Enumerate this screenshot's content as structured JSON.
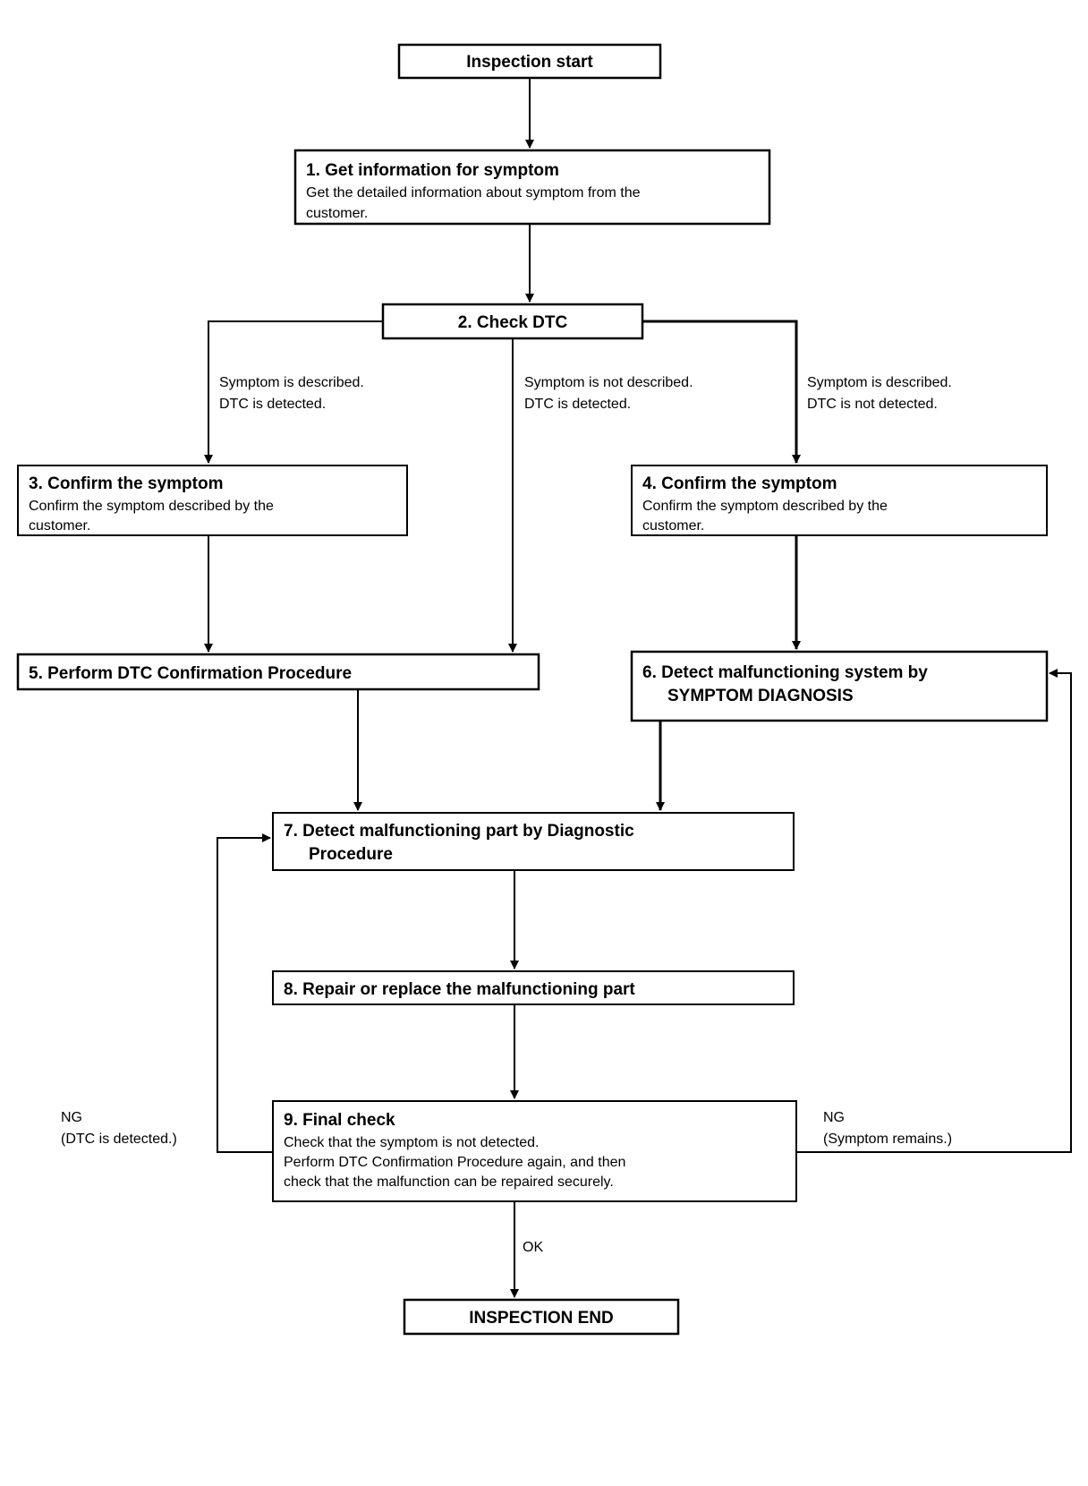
{
  "diagram": {
    "nodes": {
      "start": {
        "label": "Inspection start"
      },
      "step1": {
        "title": "1. Get information for symptom",
        "body1": "Get the detailed information about symptom from the",
        "body2": "customer."
      },
      "step2": {
        "title": "2. Check DTC"
      },
      "step3": {
        "title": "3. Confirm the symptom",
        "body1": "Confirm the symptom described by the",
        "body2": "customer."
      },
      "step4": {
        "title": "4. Confirm the symptom",
        "body1": "Confirm the symptom described by the",
        "body2": "customer."
      },
      "step5": {
        "title": "5. Perform DTC Confirmation Procedure"
      },
      "step6": {
        "title1": "6. Detect malfunctioning system by",
        "title2": "SYMPTOM DIAGNOSIS"
      },
      "step7": {
        "title1": "7. Detect malfunctioning part by Diagnostic",
        "title2": "Procedure"
      },
      "step8": {
        "title": "8. Repair or replace the malfunctioning part"
      },
      "step9": {
        "title": "9. Final check",
        "body1": "Check that the symptom is not detected.",
        "body2": "Perform DTC Confirmation Procedure again, and then",
        "body3": "check that the malfunction can be repaired securely."
      },
      "end": {
        "label": "INSPECTION END"
      }
    },
    "branch_labels": {
      "left": {
        "line1": "Symptom is described.",
        "line2": "DTC is detected."
      },
      "middle": {
        "line1": "Symptom is not described.",
        "line2": "DTC is detected."
      },
      "right": {
        "line1": "Symptom is described.",
        "line2": "DTC is not detected."
      }
    },
    "edge_labels": {
      "ng_left_word": "NG",
      "ng_left_detail": "(DTC is detected.)",
      "ng_right_word": "NG",
      "ng_right_detail": "(Symptom remains.)",
      "ok": "OK"
    },
    "colors": {
      "line": "#000000",
      "background": "#ffffff",
      "box_fill": "#ffffff"
    }
  }
}
